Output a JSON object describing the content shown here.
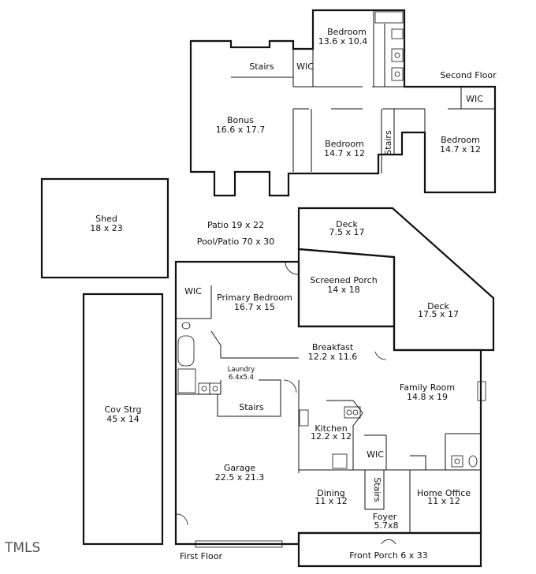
{
  "title": "",
  "floors": {
    "second": "Second Floor",
    "first": "First Floor"
  },
  "rooms": {
    "bedroom_top": {
      "name": "Bedroom",
      "size": "13.6 x 10.4"
    },
    "stairs_upper": {
      "name": "Stairs"
    },
    "wic_upper": {
      "name": "WIC"
    },
    "wic_right": {
      "name": "WIC"
    },
    "bonus": {
      "name": "Bonus",
      "size": "16.6 x 17.7"
    },
    "bedroom_mid": {
      "name": "Bedroom",
      "size": "14.7 x 12"
    },
    "stairs_vertical_upper": {
      "name": "Stairs"
    },
    "bedroom_right": {
      "name": "Bedroom",
      "size": "14.7 x 12"
    },
    "shed": {
      "name": "Shed",
      "size": "18 x 23"
    },
    "patio": {
      "name": "Patio 19 x 22"
    },
    "pool_patio": {
      "name": "Pool/Patio 70 x 30"
    },
    "deck_top": {
      "name": "Deck",
      "size": "7.5 x 17"
    },
    "screened_porch": {
      "name": "Screened Porch",
      "size": "14 x 18"
    },
    "deck_right": {
      "name": "Deck",
      "size": "17.5 x 17"
    },
    "wic_primary": {
      "name": "WIC"
    },
    "primary_bedroom": {
      "name": "Primary Bedroom",
      "size": "16.7 x 15"
    },
    "breakfast": {
      "name": "Breakfast",
      "size": "12.2 x 11.6"
    },
    "laundry": {
      "name": "Laundry",
      "size": "6.4x5.4"
    },
    "family_room": {
      "name": "Family Room",
      "size": "14.8 x 19"
    },
    "stairs_lower": {
      "name": "Stairs"
    },
    "kitchen": {
      "name": "Kitchen",
      "size": "12.2 x 12"
    },
    "cov_strg": {
      "name": "Cov Strg",
      "size": "45 x 14"
    },
    "wic_lower": {
      "name": "WIC"
    },
    "garage": {
      "name": "Garage",
      "size": "22.5 x 21.3"
    },
    "stairs_vertical_lower": {
      "name": "Stairs"
    },
    "dining": {
      "name": "Dining",
      "size": "11 x 12"
    },
    "home_office": {
      "name": "Home Office",
      "size": "11 x 12"
    },
    "foyer": {
      "name": "Foyer",
      "size": "5.7x8"
    },
    "front_porch": {
      "name": "Front Porch 6 x 33"
    }
  },
  "watermark": "TMLS",
  "colors": {
    "wall": "#111111",
    "background": "#ffffff"
  }
}
